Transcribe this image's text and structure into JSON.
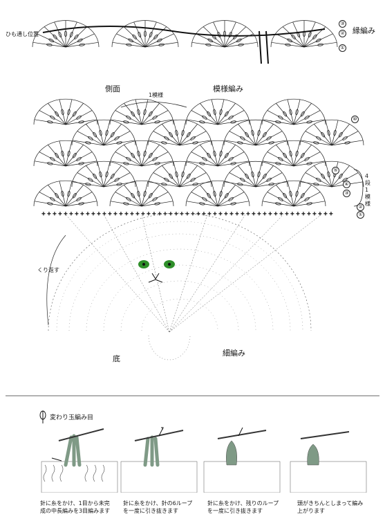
{
  "labels": {
    "edging": "縁編み",
    "drawstring": "ひも通し位置",
    "side": "側面",
    "pattern": "模様編み",
    "repeat": "1模様",
    "four_rows": "4段1模様",
    "repeat_note": "くり返す",
    "bottom": "底",
    "single_crochet": "細編み",
    "stitch_title": "変わり玉編み目"
  },
  "round_numbers": {
    "edge": [
      "③",
      "②",
      "①"
    ],
    "side": [
      "⑩",
      "⑤",
      "④",
      "③",
      "②",
      "①"
    ]
  },
  "steps": [
    {
      "caption_l1": "針に糸をかけ、1目から未完",
      "caption_l2": "成の中長編みを3目編みます"
    },
    {
      "caption_l1": "針に糸をかけ、針の6ループ",
      "caption_l2": "を一度に引き抜きます"
    },
    {
      "caption_l1": "針に糸をかけ、残りのループ",
      "caption_l2": "を一度に引き抜きます"
    },
    {
      "caption_l1": "頭がきちんとしまって編み",
      "caption_l2": "上がります"
    }
  ],
  "colors": {
    "ink": "#1a1a1a",
    "yarn": "#7f9a86",
    "eye": "#2f8f2a"
  }
}
